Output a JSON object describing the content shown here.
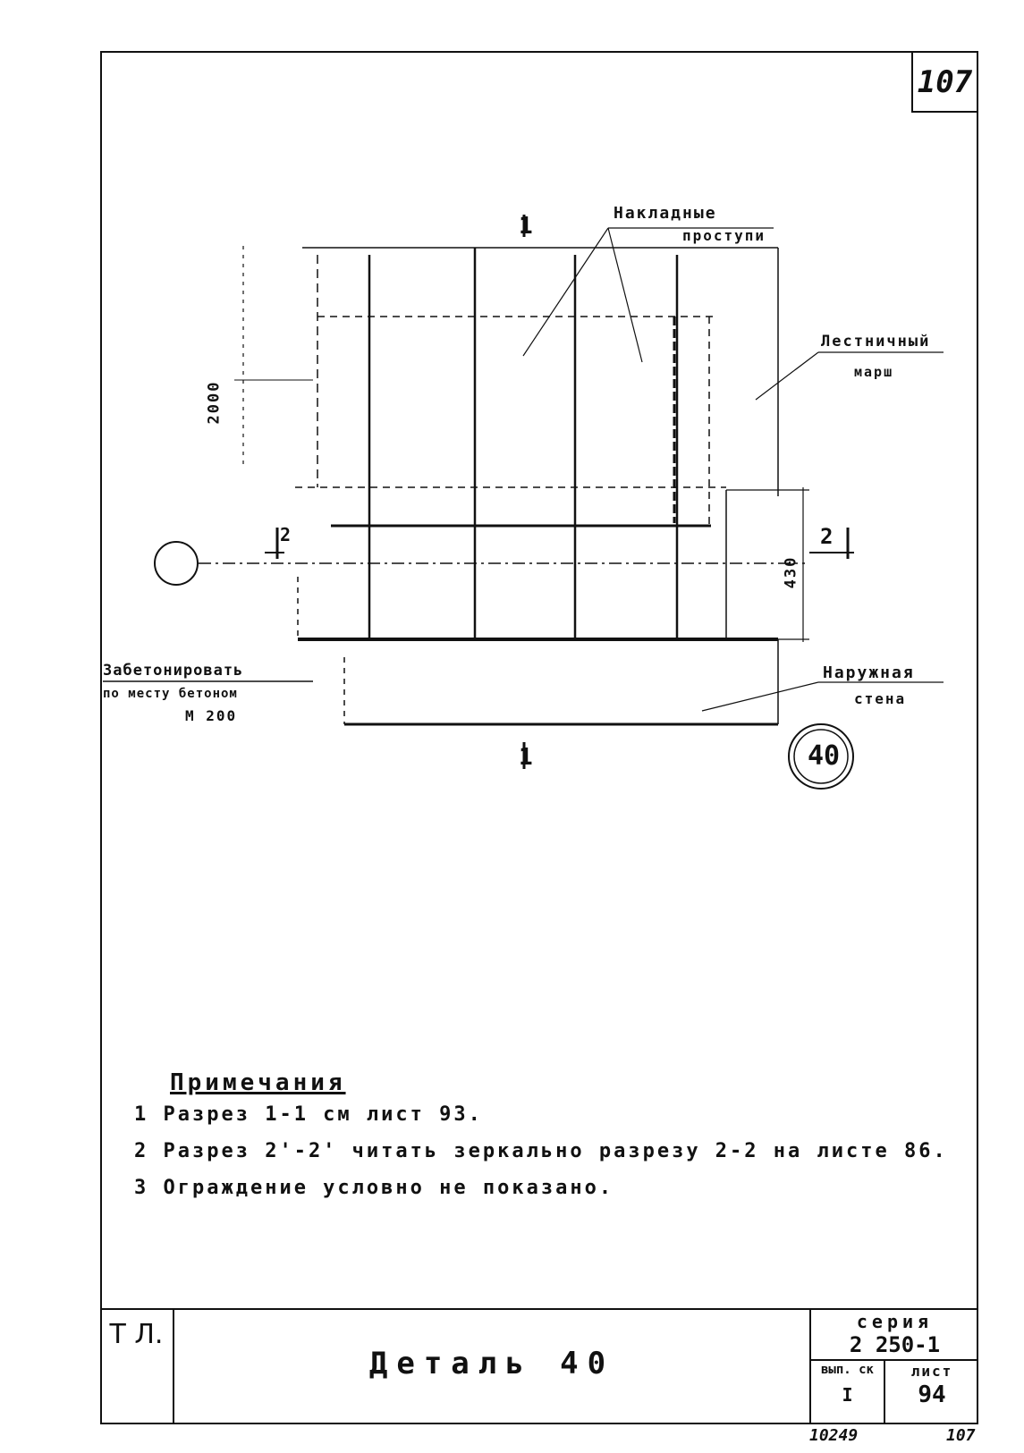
{
  "sheet_number": "107",
  "drawing": {
    "section_mark_top": "1",
    "section_mark_bottom": "1",
    "section_mark_left": "2",
    "section_mark_right": "2",
    "dim_height": "2000",
    "dim_depth": "430",
    "label_overlay_treads_line1": "Накладные",
    "label_overlay_treads_line2": "проступи",
    "label_stair_flight_line1": "Лестничный",
    "label_stair_flight_line2": "марш",
    "label_outer_wall_line1": "Наружная",
    "label_outer_wall_line2": "стена",
    "label_concrete_line1": "Забетонировать",
    "label_concrete_line2": "по месту бетоном",
    "label_concrete_line3": "М 200",
    "detail_number": "40"
  },
  "notes": {
    "title": "Примечания",
    "items": [
      "1 Разрез 1-1 см лист 93.",
      "2 Разрез 2'-2' читать зеркально разрезу 2-2 на листе 86.",
      "3 Ограждение условно не показано."
    ]
  },
  "title_block": {
    "stamp": "Т Л.",
    "title": "Деталь 40",
    "series_label": "серия",
    "series_value": "2 250-1",
    "issue_label": "вып. ск",
    "issue_value": "I",
    "sheet_label": "лист",
    "sheet_value": "94",
    "footer_left": "10249",
    "footer_right": "107"
  }
}
